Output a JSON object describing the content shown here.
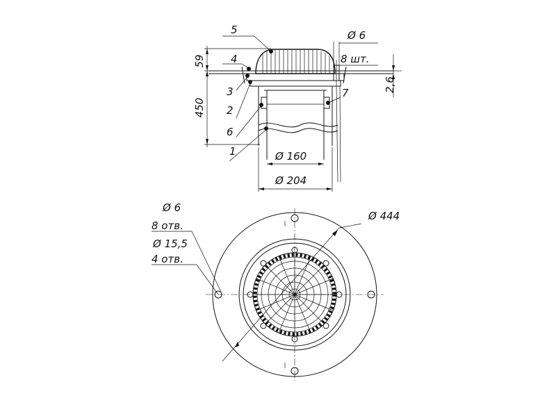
{
  "side_view": {
    "callouts": [
      "5",
      "4",
      "3",
      "2",
      "6",
      "1",
      "7"
    ],
    "dims": {
      "height_top": "59",
      "height_total": "450",
      "bolt_dia": "Ø 6",
      "bolt_qty": "8 шт.",
      "flange_gap": "2,6",
      "pipe_dia": "Ø 160",
      "body_dia": "Ø 204"
    }
  },
  "plan_view": {
    "hole_small_dia": "Ø 6",
    "hole_small_qty": "8 отв.",
    "hole_big_dia": "Ø 15,5",
    "hole_big_qty": "4 отв.",
    "flange_dia": "Ø 444"
  }
}
